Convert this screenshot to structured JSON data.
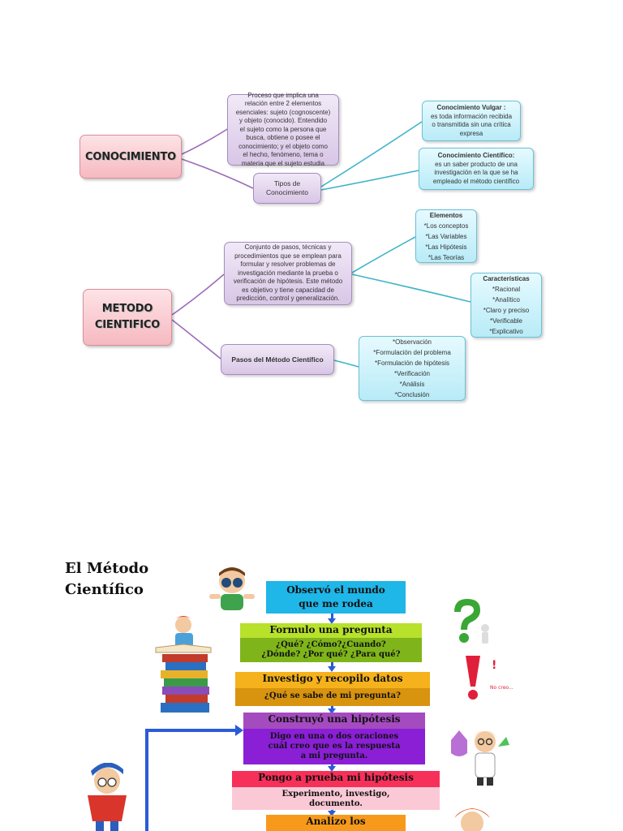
{
  "colors": {
    "pink": "#f6b9c1",
    "lavender": "#d8c6e6",
    "cyan": "#b8ebf7",
    "connector": "#9b6cb8",
    "connector_cyan": "#3fb4c9",
    "step1": "#1fb6e8",
    "step2": "#b8e12c",
    "step3": "#f5b21c",
    "step4": "#a54bc0",
    "step5": "#f7305a",
    "step6": "#f79a1c",
    "arrow": "#2a5bd7"
  },
  "diagram1": {
    "root": "CONOCIMIENTO",
    "definition": [
      "Proceso que implica una",
      "relación entre 2 elementos",
      "esenciales: sujeto (cognoscente)",
      "y objeto (conocido). Entendido",
      "el sujeto como la persona que",
      "busca, obtiene o posee el",
      "conocimiento; y el objeto como",
      "el hecho, fenómeno, tema o",
      "materia que el sujeto estudia"
    ],
    "types_label": [
      "Tipos de",
      "Conocimiento"
    ],
    "vulgar": {
      "title": "Conocimiento Vulgar :",
      "text": [
        "es toda información recibida",
        "o transmitida sin una crítica",
        "expresa"
      ]
    },
    "cientifico": {
      "title": "Conocimiento Científico:",
      "text": [
        "es un saber producto de una",
        "investigación en la que se ha",
        "empleado el método científico"
      ]
    }
  },
  "diagram2": {
    "root": [
      "METODO",
      "CIENTIFICO"
    ],
    "definition": [
      "Conjunto de pasos, técnicas y",
      "procedimientos que se emplean para",
      "formular y resolver problemas de",
      "investigación mediante la prueba o",
      "verificación de hipótesis. Este método",
      "es objetivo y tiene capacidad de",
      "predicción, control y generalización."
    ],
    "elementos": {
      "title": "Elementos",
      "items": [
        "*Los conceptos",
        "*Las Variables",
        "*Las Hipótesis",
        "*Las Teorías"
      ]
    },
    "caracteristicas": {
      "title": "Características",
      "items": [
        "*Racional",
        "*Analítico",
        "*Claro y preciso",
        "*Verificable",
        "*Explicativo"
      ]
    },
    "pasos_label": "Pasos del Método Científico",
    "pasos": [
      "*Observación",
      "*Formulación del problema",
      "*Formulación de hipótesis",
      "*Verificación",
      "*Análisis",
      "*Conclusión"
    ]
  },
  "infographic": {
    "title": [
      "El Método",
      "Científico"
    ],
    "steps": [
      {
        "head": [
          "Observó el mundo",
          "que me rodea"
        ],
        "body": []
      },
      {
        "head": [
          "Formulo una pregunta"
        ],
        "body": [
          "¿Qué? ¿Cómo?¿Cuando?",
          "¿Dónde? ¿Por qué? ¿Para qué?"
        ]
      },
      {
        "head": [
          "Investigo y recopilo datos"
        ],
        "body": [
          "¿Qué se sabe de mi pregunta?"
        ]
      },
      {
        "head": [
          "Construyó una hipótesis"
        ],
        "body": [
          "Digo en una o dos oraciones",
          "cuál creo que es la respuesta",
          "a mi pregunta."
        ]
      },
      {
        "head": [
          "Pongo a prueba mi hipótesis"
        ],
        "body": [
          "Experimento, investigo,",
          "documento."
        ]
      },
      {
        "head": [
          "Analizo los"
        ],
        "body": []
      }
    ],
    "side_note": "No creo..."
  }
}
